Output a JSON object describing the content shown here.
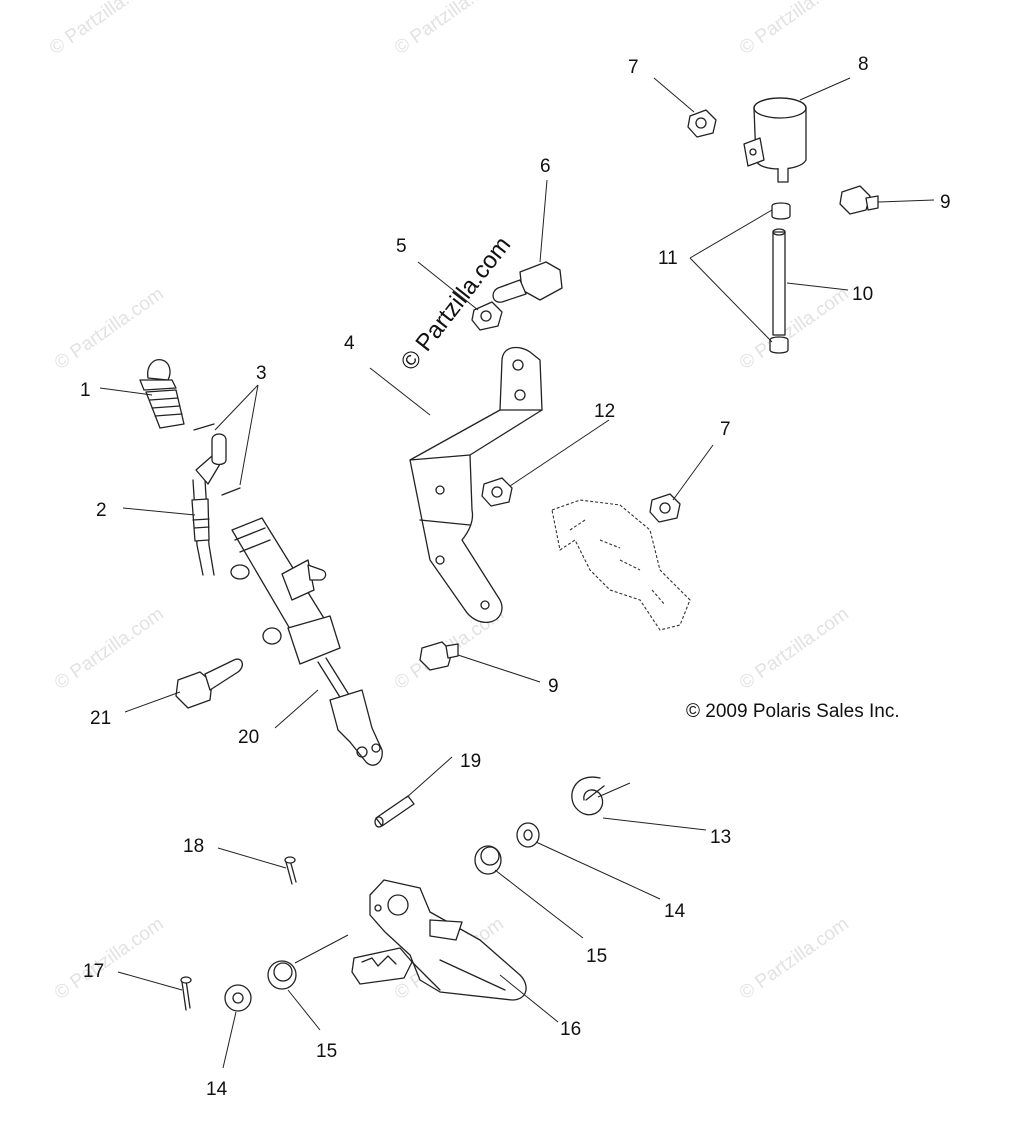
{
  "callouts": {
    "c1": "1",
    "c2": "2",
    "c3": "3",
    "c4": "4",
    "c5": "5",
    "c6": "6",
    "c7a": "7",
    "c7b": "7",
    "c8": "8",
    "c9a": "9",
    "c9b": "9",
    "c10": "10",
    "c11": "11",
    "c12": "12",
    "c13": "13",
    "c14a": "14",
    "c14b": "14",
    "c15a": "15",
    "c15b": "15",
    "c16": "16",
    "c17": "17",
    "c18": "18",
    "c19": "19",
    "c20": "20",
    "c21": "21"
  },
  "copyright": "© 2009 Polaris Sales Inc.",
  "watermark_text": "© Partzilla.com",
  "watermark_center": "© Partzilla.com",
  "colors": {
    "line": "#222222",
    "watermark": "#e2e2e2",
    "background": "#ffffff"
  }
}
